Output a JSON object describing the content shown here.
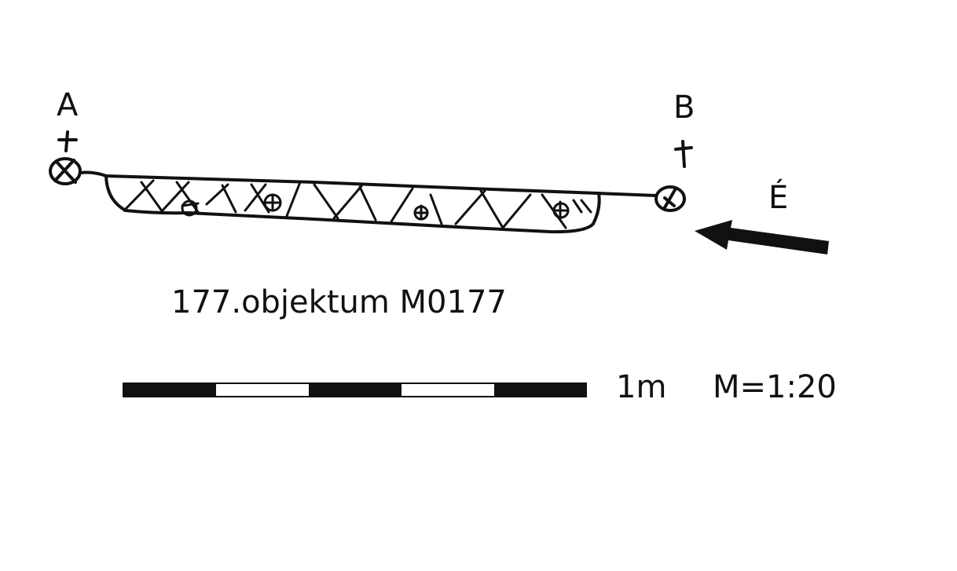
{
  "labels": {
    "point_a": "A",
    "point_b": "B",
    "north": "É"
  },
  "title": "177.objektum M0177",
  "scale": {
    "length_label": "1m",
    "ratio_label": "M=1:20",
    "segments": 5
  },
  "colors": {
    "ink": "#111111",
    "background": "#ffffff"
  }
}
